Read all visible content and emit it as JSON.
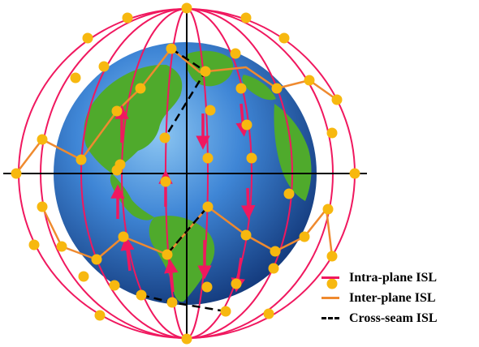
{
  "colors": {
    "intra_plane": "#f0185f",
    "inter_plane": "#ef8a2f",
    "cross_seam": "#000000",
    "satellite": "#f7b80f",
    "ocean_light": "#5ea8e6",
    "ocean_dark": "#173f8a",
    "land": "#4faa2c",
    "axes": "#000000"
  },
  "legend": {
    "items": [
      {
        "label": "Intra-plane ISL",
        "style": "solid",
        "color": "#f0185f"
      },
      {
        "label": "Inter-plane ISL",
        "style": "solid",
        "color": "#ef8a2f"
      },
      {
        "label": "Cross-seam ISL",
        "style": "dashed",
        "color": "#000000"
      }
    ]
  },
  "icons": [
    "earth-globe-icon",
    "satellite-icon",
    "direction-arrow-icon"
  ]
}
